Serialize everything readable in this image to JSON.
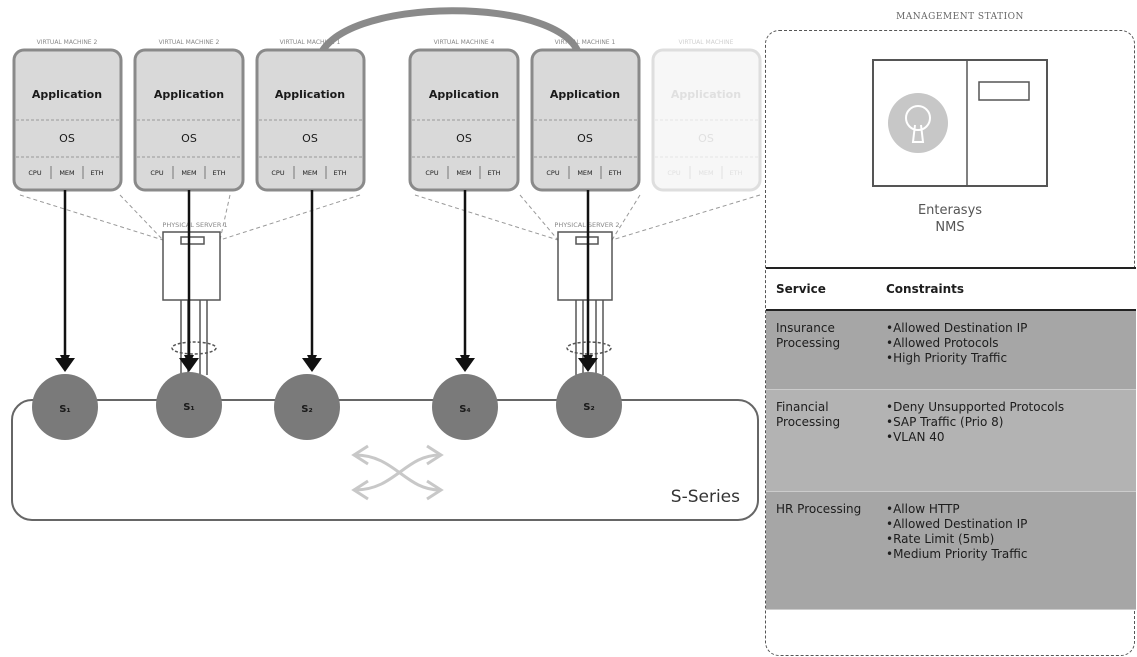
{
  "vm_labels": [
    "VIRTUAL MACHINE 2",
    "VIRTUAL MACHINE 2",
    "VIRTUAL MACHINE 1",
    "VIRTUAL MACHINE 4",
    "VIRTUAL MACHINE 1",
    "VIRTUAL MACHINE"
  ],
  "vm_app": "Application",
  "vm_os": "OS",
  "vm_hw": [
    "CPU",
    "MEM",
    "ETH"
  ],
  "physical_server_1": "PHYSICAL SERVER 1",
  "physical_server_2": "PHYSICAL SERVER 2",
  "switch_ports": [
    "S₁",
    "S₁",
    "S₂",
    "S₄",
    "S₂"
  ],
  "switch_name": "S-Series",
  "management": {
    "title": "MANAGEMENT STATION",
    "nms_line1": "Enterasys",
    "nms_line2": "NMS"
  },
  "table": {
    "headers": [
      "Service",
      "Constraints"
    ],
    "rows": [
      {
        "service": "Insurance Processing",
        "constraints": [
          "Allowed Destination IP",
          "Allowed Protocols",
          "High Priority Traffic"
        ]
      },
      {
        "service": "Financial Processing",
        "constraints": [
          "Deny Unsupported Protocols",
          "SAP Traffic (Prio 8)",
          "VLAN 40"
        ]
      },
      {
        "service": "HR Processing",
        "constraints": [
          "Allow HTTP",
          "Allowed Destination IP",
          "Rate Limit (5mb)",
          "Medium Priority Traffic"
        ]
      }
    ]
  },
  "colors": {
    "vm_fill": "#d9d9d9",
    "vm_border": "#8a8a8a",
    "node_fill": "#7a7a7a",
    "table_shade": "#a6a6a6",
    "table_shade_alt": "#b3b3b3"
  }
}
